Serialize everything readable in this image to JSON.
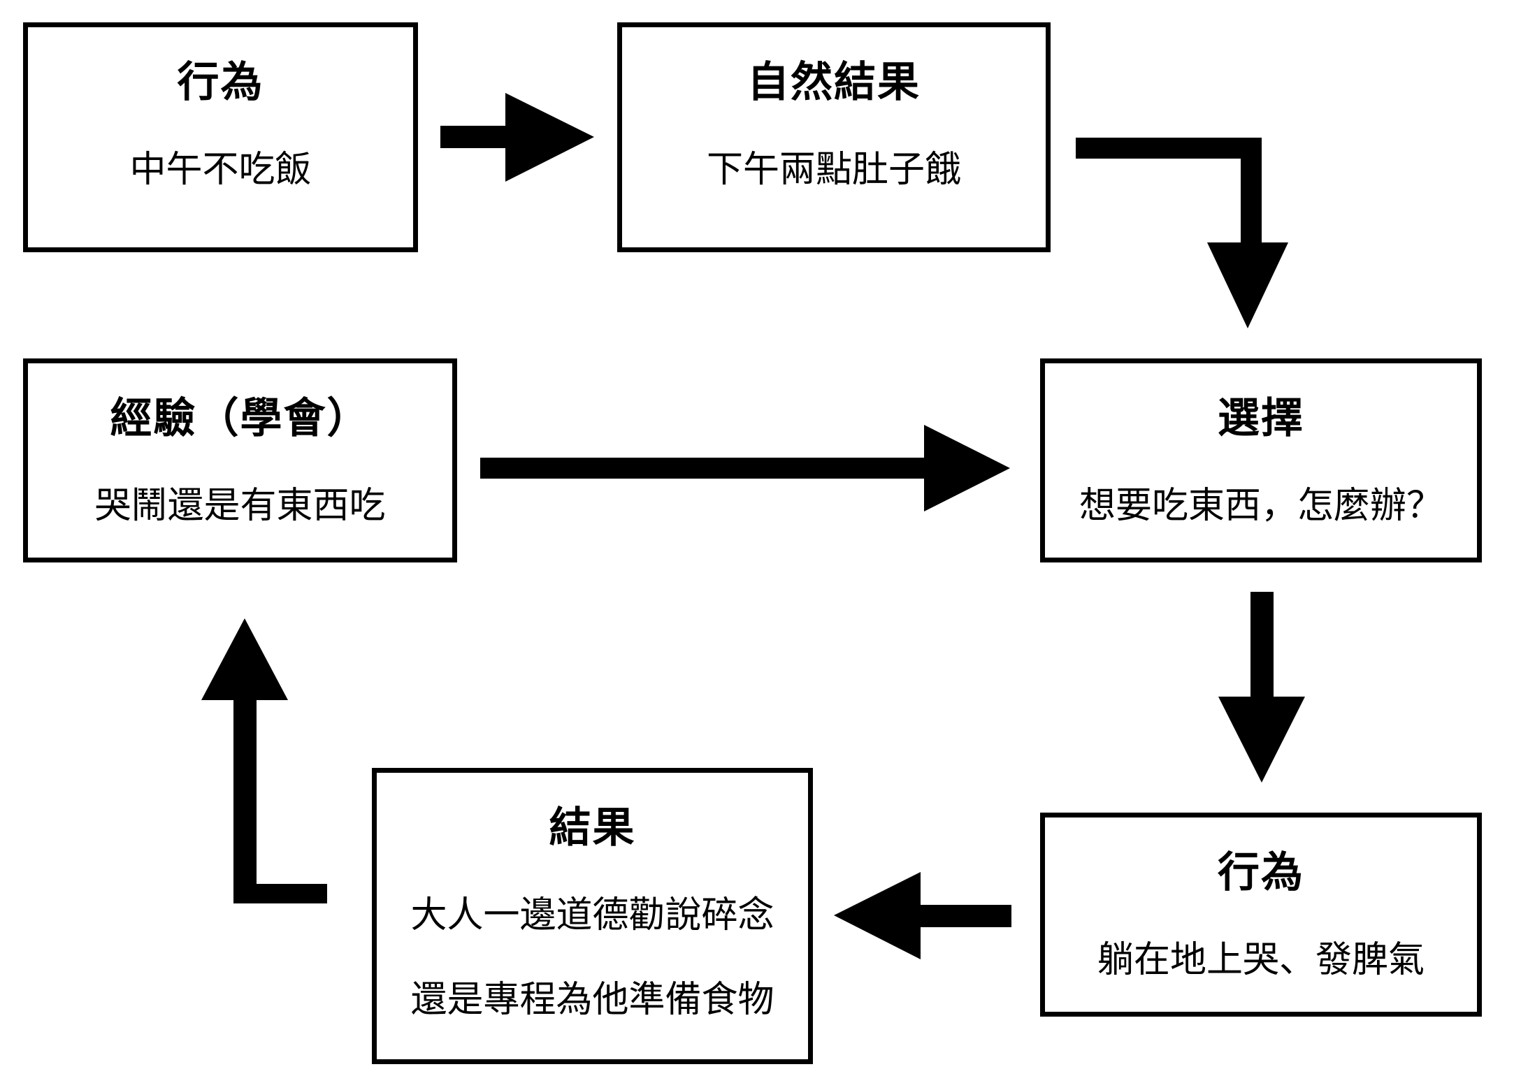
{
  "diagram": {
    "description": "Behavior cycle flowchart",
    "colors": {
      "background": "#ffffff",
      "ink": "#000000"
    },
    "boxes": [
      {
        "id": "behavior-top",
        "title": "行為",
        "body": "中午不吃飯"
      },
      {
        "id": "natural-consequence",
        "title": "自然結果",
        "body": "下午兩點肚子餓"
      },
      {
        "id": "experience",
        "title": "經驗（學會）",
        "body": "哭鬧還是有東西吃"
      },
      {
        "id": "choice",
        "title": "選擇",
        "body": "想要吃東西，怎麼辦？"
      },
      {
        "id": "result",
        "title": "結果",
        "body_lines": [
          "大人一邊道德勸說碎念",
          "還是專程為他準備食物"
        ]
      },
      {
        "id": "behavior-bottom",
        "title": "行為",
        "body": "躺在地上哭、發脾氣"
      }
    ],
    "arrows": [
      {
        "id": "behavior-to-natural",
        "from": "行為",
        "to": "自然結果",
        "shape": "straight-right"
      },
      {
        "id": "natural-to-choice",
        "from": "自然結果",
        "to": "選擇",
        "shape": "elbow-right-down"
      },
      {
        "id": "experience-to-choice",
        "from": "經驗（學會）",
        "to": "選擇",
        "shape": "straight-right"
      },
      {
        "id": "choice-to-behavior",
        "from": "選擇",
        "to": "行為",
        "shape": "straight-down"
      },
      {
        "id": "behavior-to-result",
        "from": "行為",
        "to": "結果",
        "shape": "straight-left"
      },
      {
        "id": "result-to-experience",
        "from": "結果",
        "to": "經驗（學會）",
        "shape": "elbow-left-up"
      }
    ]
  }
}
